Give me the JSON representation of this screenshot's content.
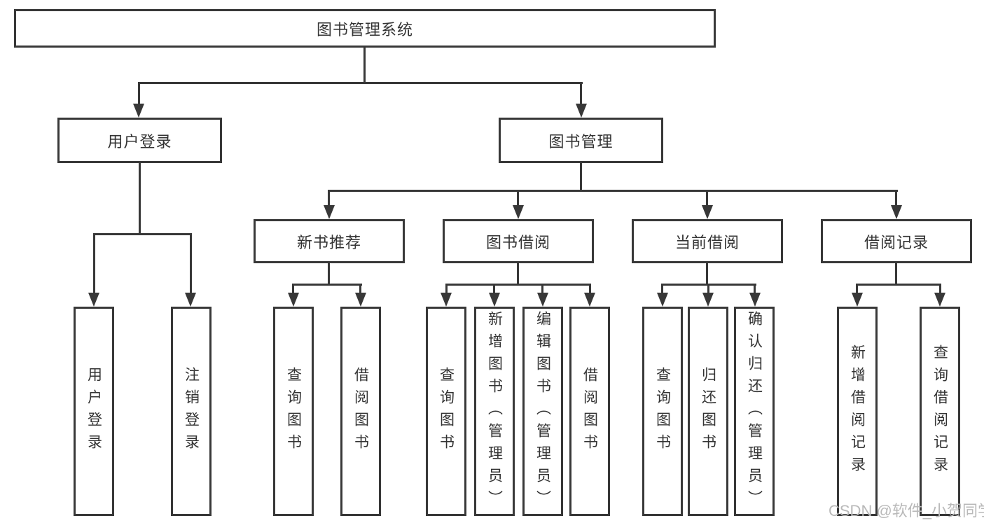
{
  "diagram": {
    "title_node": "图书管理系统",
    "branches": {
      "user_login": "用户登录",
      "book_mgmt": "图书管理"
    },
    "modules": {
      "new_book_rec": "新书推荐",
      "book_borrow": "图书借阅",
      "current_borrow": "当前借阅",
      "borrow_record": "借阅记录"
    },
    "leaves": {
      "user_login": "用户登录",
      "logout": "注销登录",
      "nbr_query_book": "查询图书",
      "nbr_borrow_book": "借阅图书",
      "bb_query_book": "查询图书",
      "bb_add_book": "新增图书（管理员）",
      "bb_edit_book": "编辑图书（管理员）",
      "bb_borrow_book": "借阅图书",
      "cb_query_book": "查询图书",
      "cb_return_book": "归还图书",
      "cb_confirm_return": "确认归还（管理员）",
      "br_add_record": "新增借阅记录",
      "br_query_record": "查询借阅记录"
    }
  },
  "watermark": "CSDN @软件_小贺同学",
  "colors": {
    "line": "#383838",
    "text": "#333333",
    "watermark": "#b9b9b9"
  }
}
